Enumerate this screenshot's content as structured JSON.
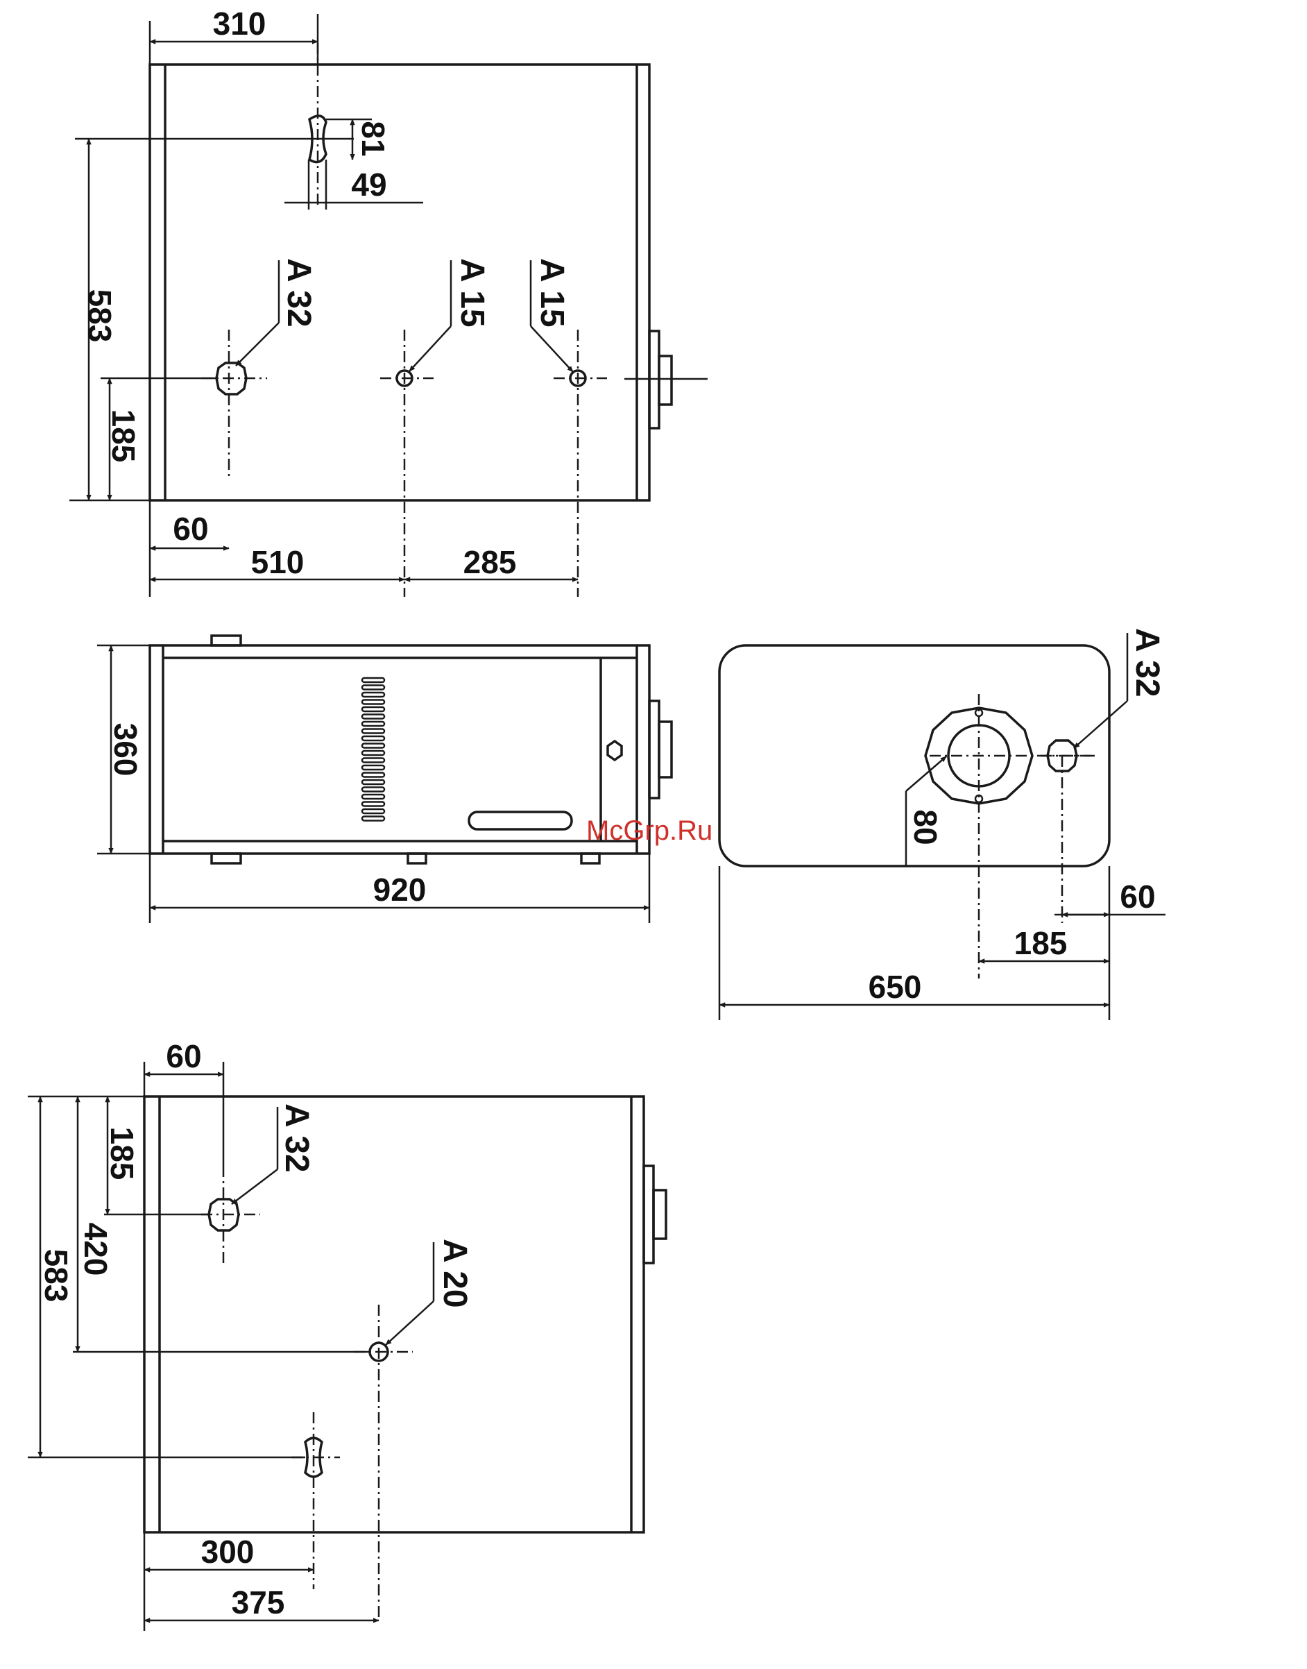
{
  "colors": {
    "line": "#1a1a1a",
    "watermark": "#d0302a",
    "background": "#ffffff"
  },
  "watermark": "McGrp.Ru",
  "top_view": {
    "dims": {
      "d310": "310",
      "d81": "81",
      "d49": "49",
      "d583": "583",
      "d185": "185",
      "d60": "60",
      "d510": "510",
      "d285": "285"
    },
    "labels": {
      "a32": "A 32",
      "a15_1": "A 15",
      "a15_2": "A 15"
    }
  },
  "front_view": {
    "dims": {
      "d360": "360",
      "d920": "920"
    }
  },
  "side_view": {
    "dims": {
      "d80": "80",
      "d60": "60",
      "d185": "185",
      "d650": "650"
    },
    "labels": {
      "a32": "A 32"
    }
  },
  "bottom_view": {
    "dims": {
      "d60": "60",
      "d185": "185",
      "d420": "420",
      "d583": "583",
      "d300": "300",
      "d375": "375"
    },
    "labels": {
      "a32": "A 32",
      "a20": "A 20"
    }
  }
}
